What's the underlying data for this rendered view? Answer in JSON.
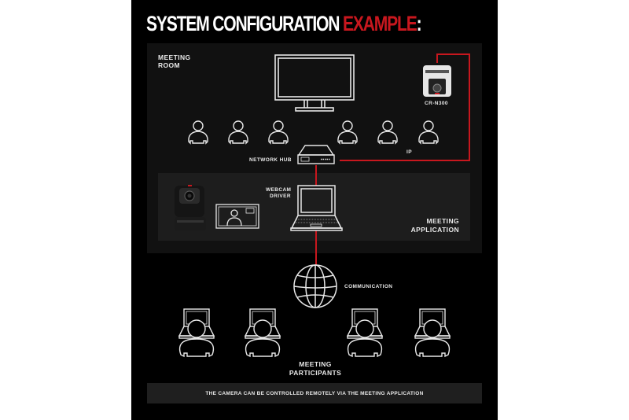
{
  "title": {
    "main": "SYSTEM CONFIGURATION ",
    "accent": "EXAMPLE",
    "colon": ":"
  },
  "colors": {
    "background": "#000000",
    "panel": "#111111",
    "inner_panel": "#1d1d1d",
    "accent_red": "#c8171e",
    "line_white": "#e8e8e8"
  },
  "meeting_room": {
    "label_line1": "MEETING",
    "label_line2": "ROOM",
    "display_icon": "monitor-icon",
    "attendees_count": 6,
    "camera_label": "CR-N300",
    "hub_label": "NETWORK HUB",
    "connection_label": "IP"
  },
  "meeting_application": {
    "label_line1": "MEETING",
    "label_line2": "APPLICATION",
    "driver_label_line1": "WEBCAM",
    "driver_label_line2": "DRIVER"
  },
  "network": {
    "label": "COMMUNICATION",
    "icon": "globe-icon"
  },
  "participants": {
    "label_line1": "MEETING",
    "label_line2": "PARTICIPANTS",
    "count": 4
  },
  "footer": {
    "text": "THE CAMERA CAN BE CONTROLLED REMOTELY VIA THE MEETING APPLICATION"
  }
}
